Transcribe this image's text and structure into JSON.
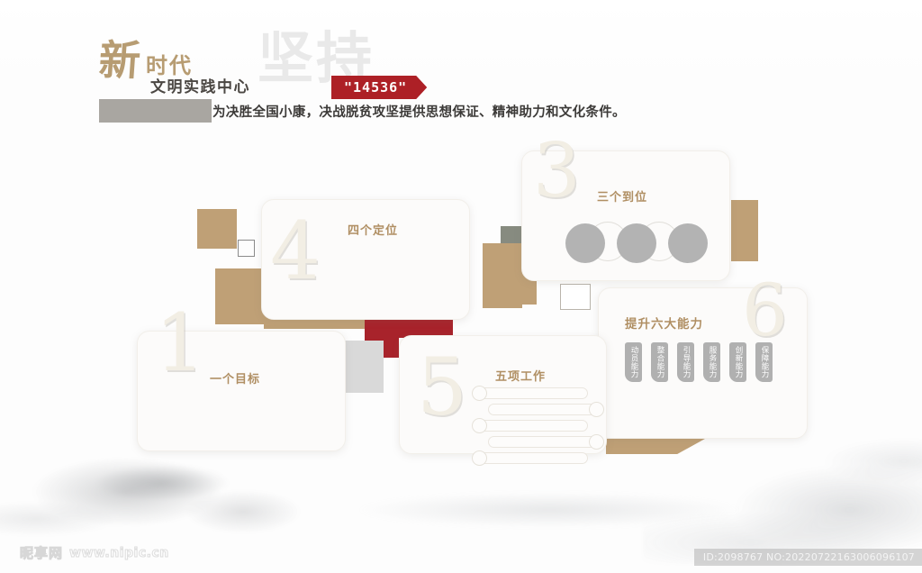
{
  "header": {
    "logo_main": "新",
    "logo_era": "时代",
    "logo_sub": "文明实践中心",
    "watermark_text": "坚持",
    "badge_text": "\"14536\"",
    "subtitle": "为决胜全国小康，决战脱贫攻坚提供思想保证、精神助力和文化条件。"
  },
  "cards": [
    {
      "number": "1",
      "title": "一个目标"
    },
    {
      "number": "4",
      "title": "四个定位"
    },
    {
      "number": "3",
      "title": "三个到位"
    },
    {
      "number": "5",
      "title": "五项工作"
    },
    {
      "number": "6",
      "title": "提升六大能力"
    }
  ],
  "abilities": [
    "动员能力",
    "整合能力",
    "引导能力",
    "服务能力",
    "创新能力",
    "保障能力"
  ],
  "footer": {
    "site_name": "昵享网",
    "site_url": "www.nipic.cn",
    "asset_id": "ID:2098767 NO:20220722163006096107"
  },
  "colors": {
    "accent_tan": "#bfa076",
    "accent_red": "#ad2026",
    "accent_gray": "#d9d9d9",
    "accent_olive": "#878b80",
    "title_gold": "#b08f63",
    "numeral_cream": "#f2eee4"
  }
}
